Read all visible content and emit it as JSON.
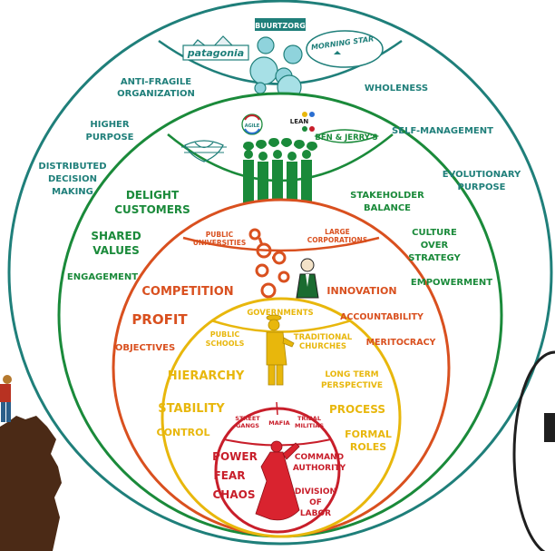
{
  "colors": {
    "teal": "#1f7f7a",
    "green": "#1a8a3a",
    "orange": "#d9501f",
    "amber": "#e8b70c",
    "red": "#c81e2a",
    "brown": "#4b2a16"
  },
  "teal_ring": {
    "logos": {
      "top": "BUURTZORG",
      "left": "patagonia",
      "right": "MORNING STAR"
    },
    "labels": [
      [
        "ANTI-FRAGILE",
        "ORGANIZATION"
      ],
      [
        "WHOLENESS"
      ],
      [
        "HIGHER",
        "PURPOSE"
      ],
      [
        "SELF-MANAGEMENT"
      ],
      [
        "DISTRIBUTED",
        "DECISION",
        "MAKING"
      ],
      [
        "EVOLUTIONARY",
        "PURPOSE"
      ]
    ]
  },
  "green_ring": {
    "logos": {
      "agile": "AGILE",
      "lean": "LEAN",
      "ben": "BEN & JERRY'S"
    },
    "labels": [
      [
        "DELIGHT",
        "CUSTOMERS"
      ],
      [
        "STAKEHOLDER",
        "BALANCE"
      ],
      [
        "SHARED",
        "VALUES"
      ],
      [
        "CULTURE",
        "OVER",
        "STRATEGY"
      ],
      [
        "ENGAGEMENT"
      ],
      [
        "EMPOWERMENT"
      ]
    ]
  },
  "orange_ring": {
    "cap": [
      [
        "PUBLIC",
        "UNIVERSITIES"
      ],
      [
        "LARGE",
        "CORPORATIONS"
      ]
    ],
    "labels": [
      [
        "COMPETITION"
      ],
      [
        "INNOVATION"
      ],
      [
        "PROFIT"
      ],
      [
        "ACCOUNTABILITY"
      ],
      [
        "OBJECTIVES"
      ],
      [
        "MERITOCRACY"
      ]
    ]
  },
  "amber_ring": {
    "cap": [
      [
        "GOVERNMENTS"
      ],
      [
        "PUBLIC",
        "SCHOOLS"
      ],
      [
        "TRADITIONAL",
        "CHURCHES"
      ]
    ],
    "labels": [
      [
        "HIERARCHY"
      ],
      [
        "LONG TERM",
        "PERSPECTIVE"
      ],
      [
        "STABILITY"
      ],
      [
        "PROCESS"
      ],
      [
        "CONTROL"
      ],
      [
        "FORMAL",
        "ROLES"
      ]
    ]
  },
  "red_ring": {
    "cap": [
      [
        "STREET",
        "GANGS"
      ],
      [
        "MAFIA"
      ],
      [
        "TRIBAL",
        "MILITIAS"
      ]
    ],
    "labels": [
      [
        "POWER"
      ],
      [
        "FEAR"
      ],
      [
        "CHAOS"
      ],
      [
        "COMMAND",
        "AUTHORITY"
      ],
      [
        "DIVISION",
        "OF",
        "LABOR"
      ]
    ]
  }
}
